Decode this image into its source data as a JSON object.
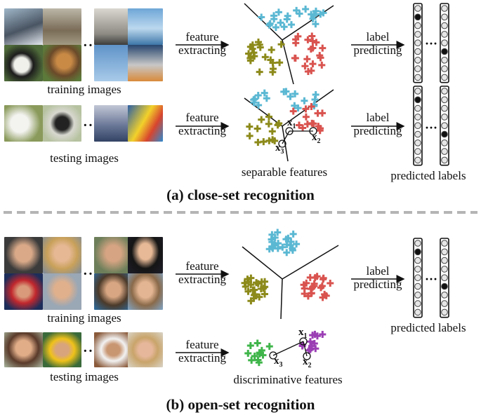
{
  "close_set": {
    "training_caption": "training images",
    "testing_caption": "testing images",
    "feature_label_1": "feature",
    "feature_label_2": "extracting",
    "label_label_1": "label",
    "label_label_2": "predicting",
    "features_caption": "separable features",
    "labels_caption": "predicted labels",
    "title": "(a) close-set recognition",
    "ellipsis": "···",
    "test_points": {
      "x1": "x",
      "x1_sub": "1",
      "x2": "x",
      "x2_sub": "2",
      "x3": "x",
      "x3_sub": "3"
    }
  },
  "open_set": {
    "training_caption": "training images",
    "testing_caption": "testing images",
    "feature_label_1": "feature",
    "feature_label_2": "extracting",
    "label_label_1": "label",
    "label_label_2": "predicting",
    "features_caption": "discriminative features",
    "labels_caption": "predicted labels",
    "title": "(b) open-set recognition",
    "ellipsis": "···",
    "test_points": {
      "x1": "x",
      "x1_sub": "1",
      "x2": "x",
      "x2_sub": "2",
      "x3": "x",
      "x3_sub": "3"
    }
  },
  "colors": {
    "cyan": "#5bb8d3",
    "olive": "#8c8a1a",
    "red": "#d9534f",
    "green": "#3fb54a",
    "purple": "#9b3fb4",
    "separator": "#b5b5b5"
  }
}
